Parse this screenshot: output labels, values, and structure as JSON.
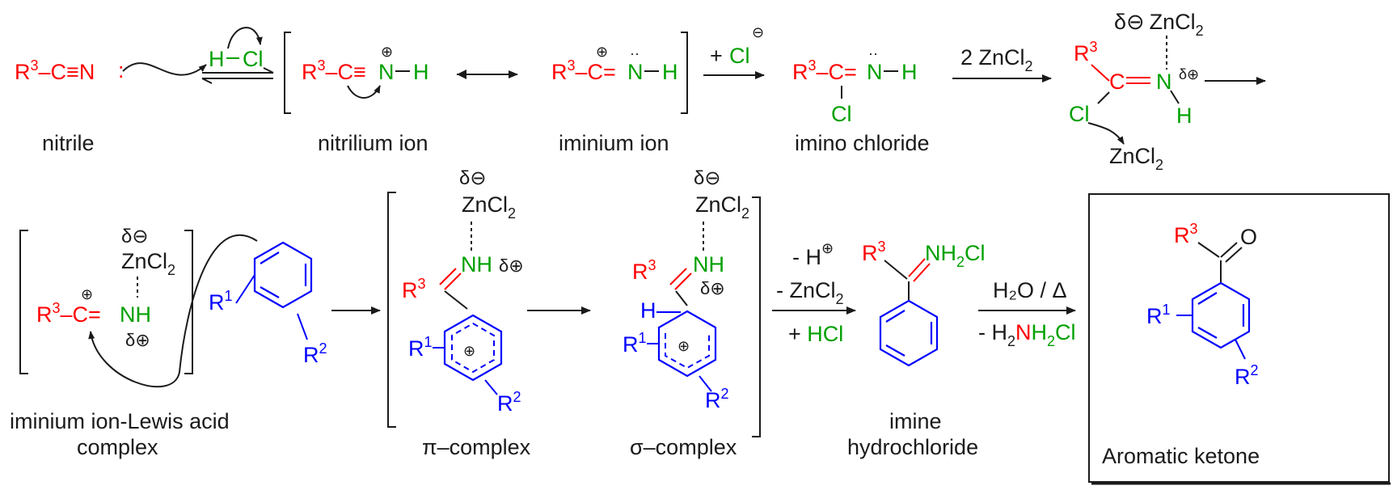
{
  "labels": {
    "nitrile": "nitrile",
    "nitrilium": "nitrilium ion",
    "iminium": "iminium ion",
    "imino_chloride": "imino chloride",
    "complex_line1": "iminium ion-Lewis acid",
    "complex_line2": "complex",
    "pi_complex": "π–complex",
    "sigma_complex": "σ–complex",
    "imine_line1": "imine",
    "imine_line2": "hydrochloride",
    "product": "Aromatic ketone"
  },
  "atoms": {
    "R": "R",
    "C": "C",
    "N": "N",
    "H": "H",
    "Cl": "Cl",
    "O": "O",
    "ZnCl": "ZnCl",
    "s1": "1",
    "s2": "2",
    "s3": "3"
  },
  "symbols": {
    "plus": "⊕",
    "minus": "⊖",
    "delta_minus": "δ⊖",
    "delta_plus": "δ⊕",
    "triple": "≡",
    "double": "="
  },
  "reagents": {
    "plus_cl": "+ Cl",
    "two_zncl": "2 ZnCl",
    "minus_h": "- H",
    "minus_zncl": "- ZnCl",
    "plus_hcl_prefix": "+ ",
    "hcl": "HCl",
    "water_heat": "H₂O / Δ",
    "minus_prefix": "- H",
    "nh2cl_n": "N",
    "nh2cl_h": "H",
    "nh2cl_cl": "Cl"
  },
  "colors": {
    "r_group": "#ff0000",
    "nitrogen_h_cl": "#00a000",
    "aromatic": "#0000ff",
    "black": "#1a1a1a"
  }
}
